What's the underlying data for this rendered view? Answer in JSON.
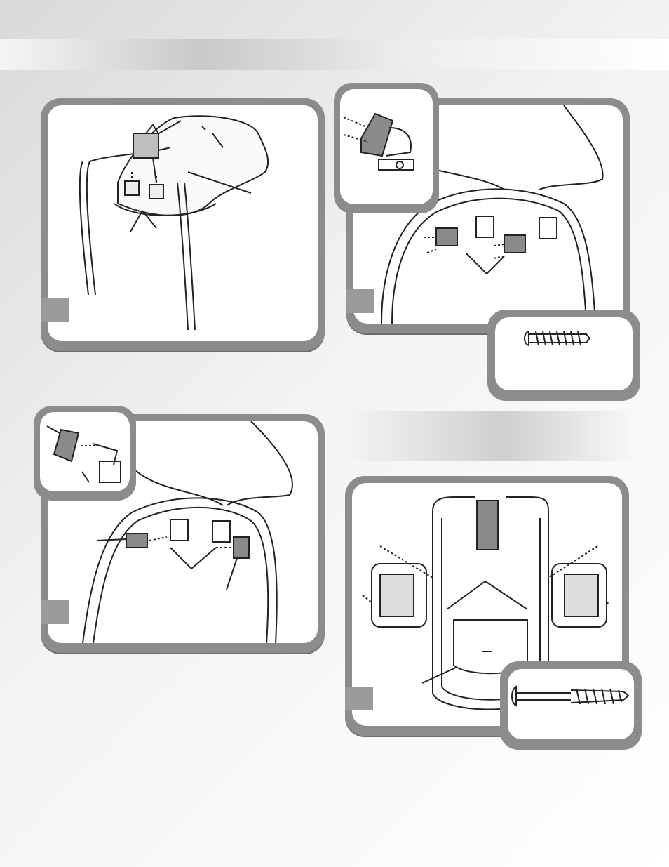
{
  "page": {
    "accent_color": "#8c8c8c",
    "panels": [
      {
        "name": "step-panel-1",
        "illustration": "seat-frame-with-clips"
      },
      {
        "name": "step-panel-2",
        "illustration": "seat-back-cover-plates-with-screws"
      },
      {
        "name": "step-panel-3",
        "illustration": "seat-back-clip-plates"
      },
      {
        "name": "step-panel-4",
        "illustration": "seat-with-side-armrests"
      }
    ],
    "hardware_insets": [
      {
        "name": "short-screw-inset",
        "icon": "short-screw-icon"
      },
      {
        "name": "long-screw-inset",
        "icon": "long-screw-icon"
      }
    ]
  }
}
